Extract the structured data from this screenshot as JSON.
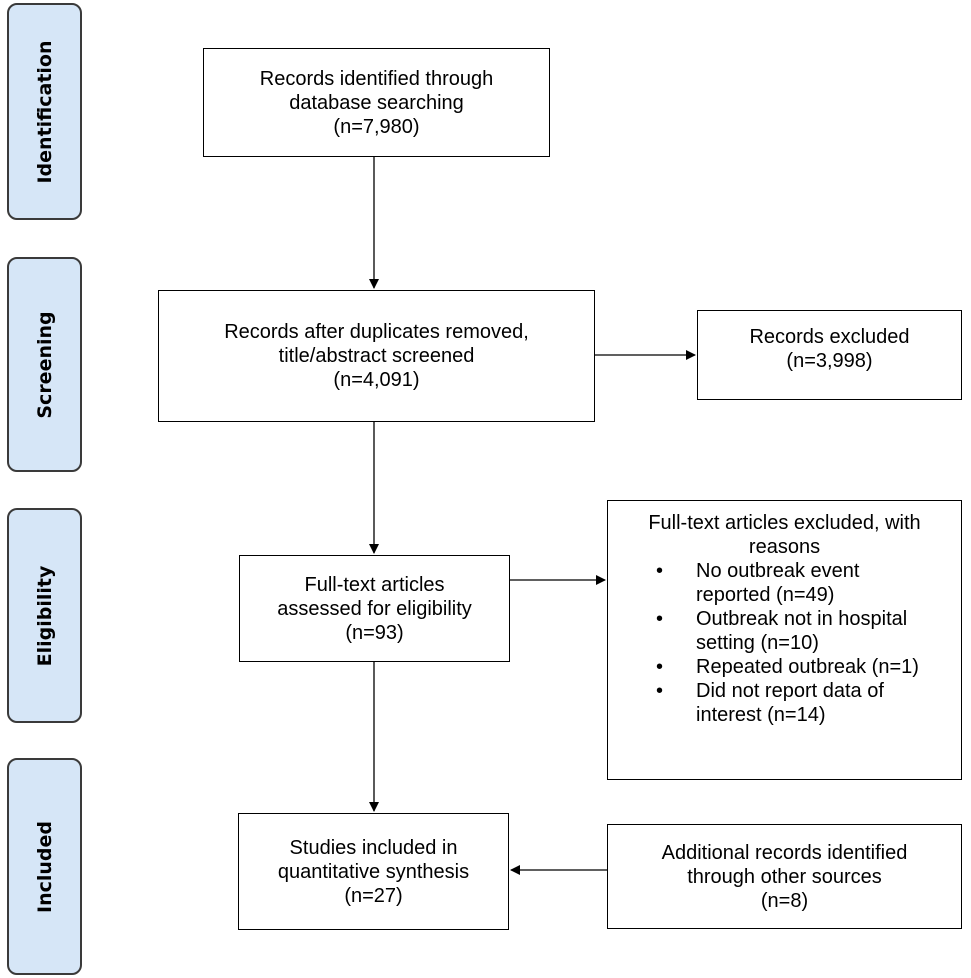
{
  "phases": {
    "identification": "Identification",
    "screening": "Screening",
    "eligibility": "Eligibility",
    "included": "Included"
  },
  "boxes": {
    "identified": {
      "line1": "Records identified through",
      "line2": "database searching",
      "count": "(n=7,980)"
    },
    "screened": {
      "line1": "Records after duplicates removed,",
      "line2": "title/abstract screened",
      "count": "(n=4,091)"
    },
    "excluded": {
      "line1": "Records excluded",
      "count": "(n=3,998)"
    },
    "fulltext": {
      "line1": "Full-text articles",
      "line2": "assessed for eligibility",
      "count": "(n=93)"
    },
    "fulltext_excluded": {
      "line1": "Full-text articles excluded, with",
      "line2": "reasons",
      "reasons": [
        {
          "line1": "No outbreak event",
          "line2": "reported (n=49)"
        },
        {
          "line1": "Outbreak not in hospital",
          "line2": "setting (n=10)"
        },
        {
          "line1": "Repeated outbreak (n=1)",
          "line2": ""
        },
        {
          "line1": "Did not report data of",
          "line2": "interest (n=14)"
        }
      ]
    },
    "included": {
      "line1": "Studies included in",
      "line2": "quantitative synthesis",
      "count": "(n=27)"
    },
    "additional": {
      "line1": "Additional records identified",
      "line2": "through other sources",
      "count": "(n=8)"
    }
  },
  "bullet_glyph": "•"
}
